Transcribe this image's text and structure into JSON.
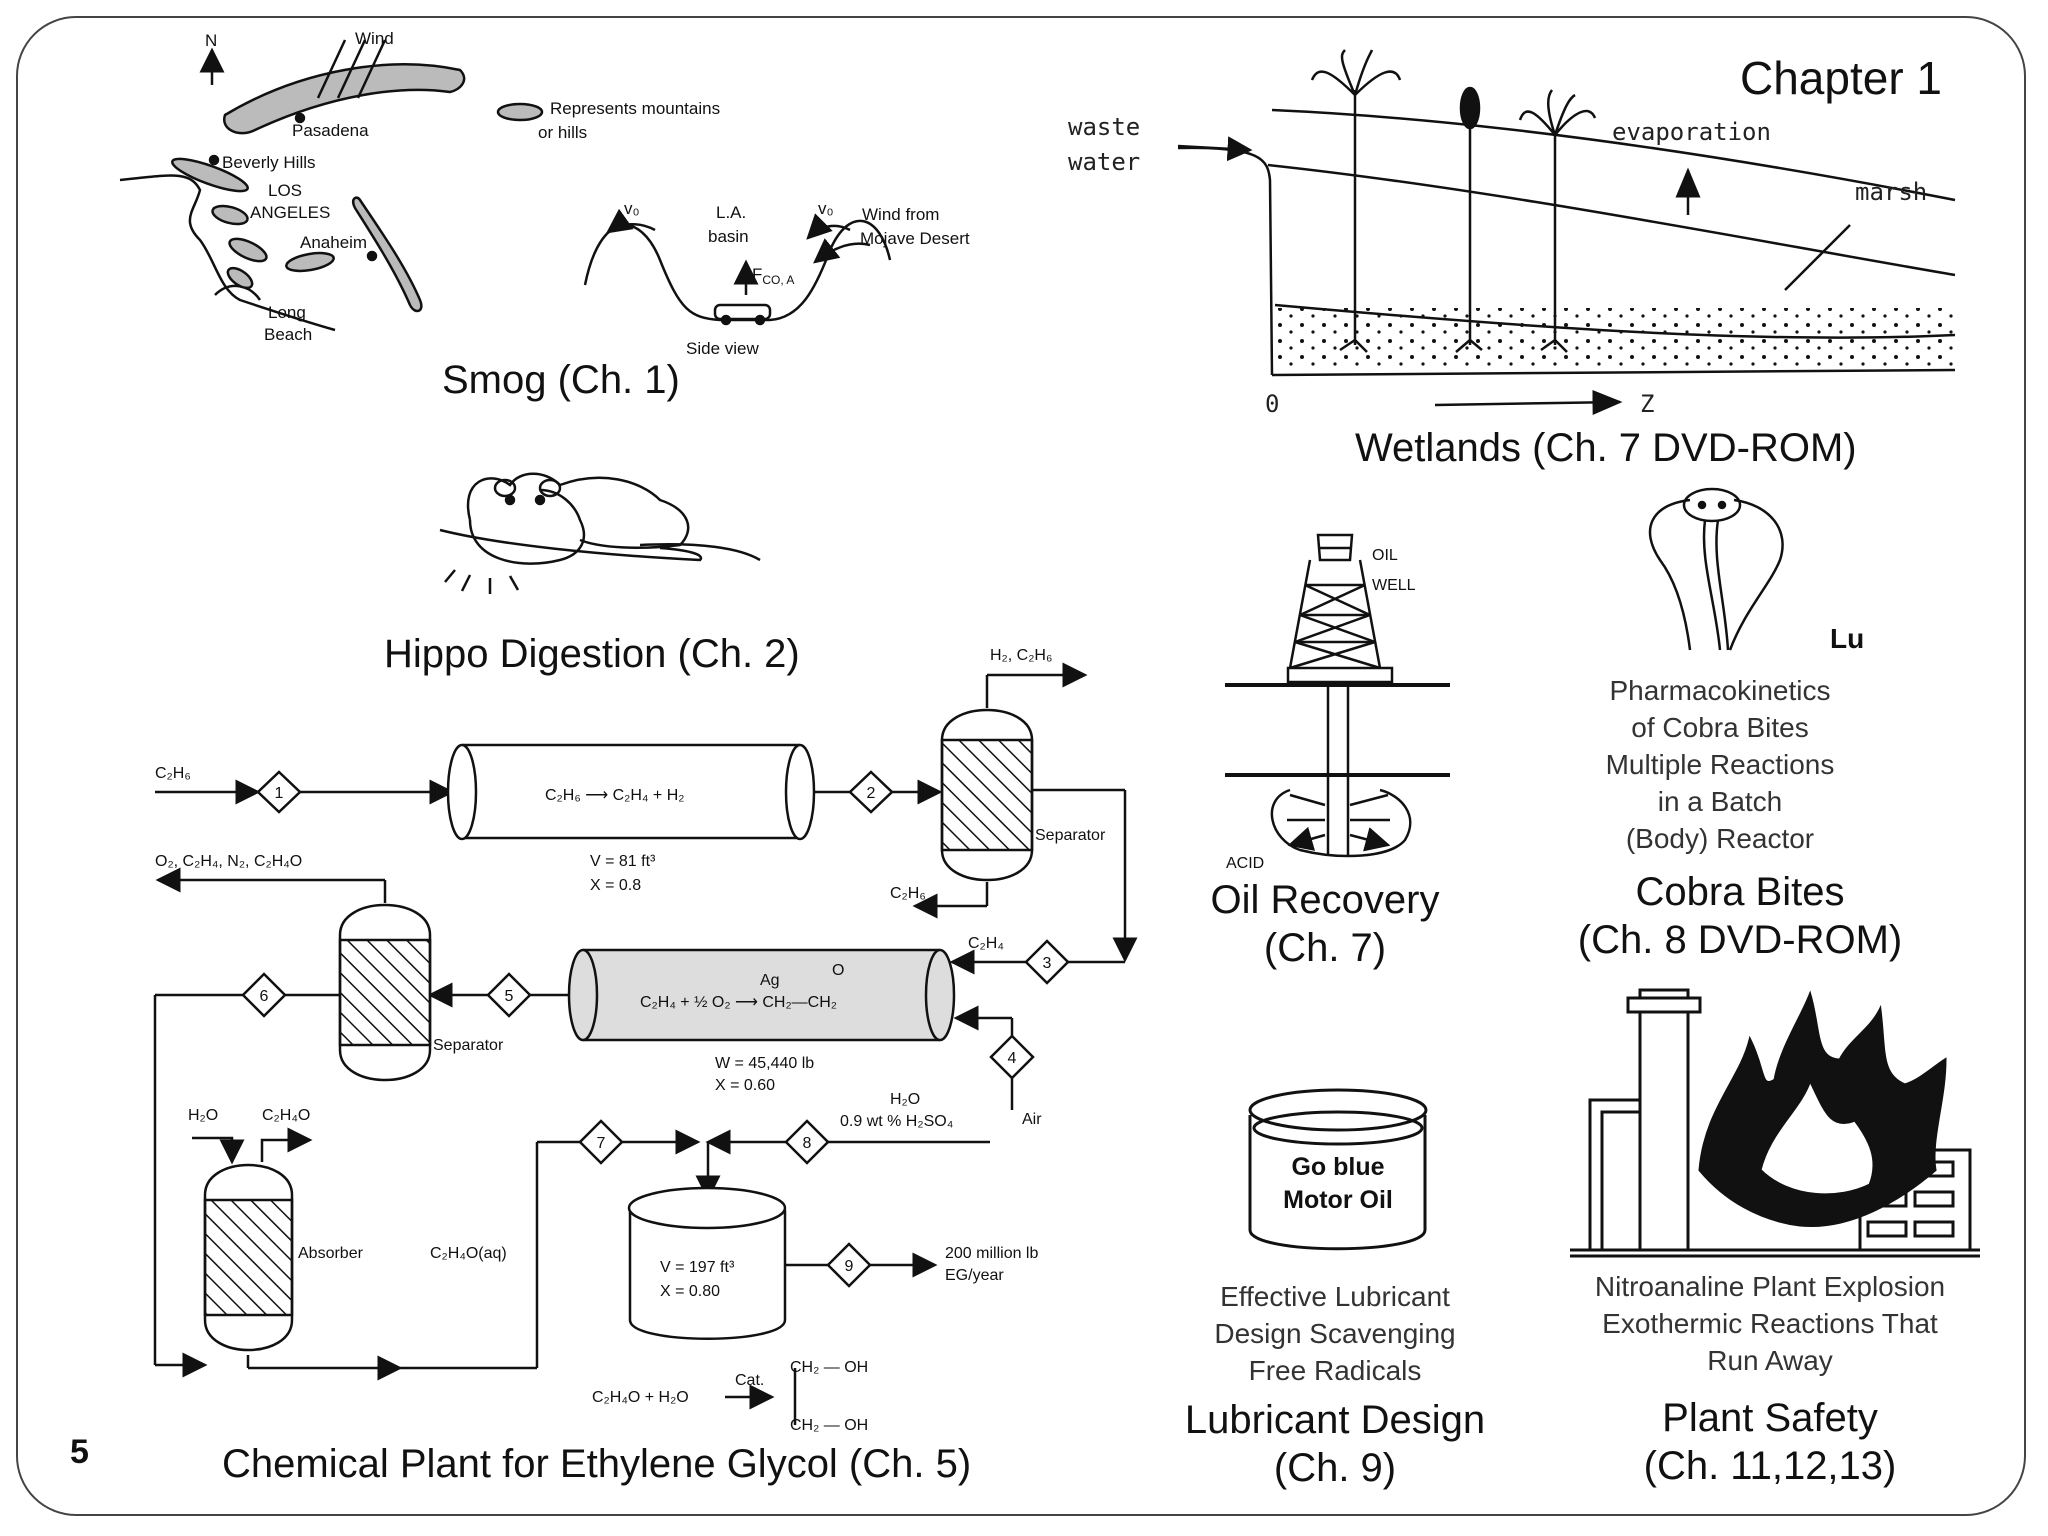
{
  "slide": {
    "title": "Chapter 1",
    "page_number": "5"
  },
  "smog": {
    "caption": "Smog (Ch. 1)",
    "north": "N",
    "wind": "Wind",
    "pasadena": "Pasadena",
    "beverly_hills": "Beverly Hills",
    "los": "LOS",
    "angeles": "ANGELES",
    "anaheim": "Anaheim",
    "long": "Long",
    "beach": "Beach",
    "legend_1": "Represents mountains",
    "legend_2": "or hills",
    "v0_left": "v₀",
    "v0_right": "v₀",
    "la": "L.A.",
    "basin": "basin",
    "wind_from": "Wind from",
    "mojave": "Mojave Desert",
    "fco": "F",
    "fco_sub": "CO, A",
    "side_view": "Side view"
  },
  "wetlands": {
    "caption": "Wetlands (Ch. 7 DVD-ROM)",
    "waste": "waste",
    "water": "water",
    "evaporation": "evaporation",
    "marsh": "marsh",
    "origin": "0",
    "z": "Z"
  },
  "hippo": {
    "caption": "Hippo Digestion (Ch. 2)"
  },
  "oil": {
    "caption_1": "Oil Recovery",
    "caption_2": "(Ch. 7)",
    "oil": "OIL",
    "well": "WELL",
    "acid": "ACID"
  },
  "cobra": {
    "caption_1": "Cobra Bites",
    "caption_2": "(Ch. 8 DVD-ROM)",
    "author": "Lu",
    "desc": [
      "Pharmacokinetics",
      "of Cobra Bites",
      "Multiple Reactions",
      "in a Batch",
      "(Body) Reactor"
    ]
  },
  "lubricant": {
    "caption_1": "Lubricant Design",
    "caption_2": "(Ch. 9)",
    "can_1": "Go blue",
    "can_2": "Motor Oil",
    "desc": [
      "Effective Lubricant",
      "Design Scavenging",
      "Free Radicals"
    ]
  },
  "safety": {
    "caption_1": "Plant Safety",
    "caption_2": "(Ch. 11,12,13)",
    "desc": [
      "Nitroanaline Plant Explosion",
      "Exothermic Reactions That",
      "Run Away"
    ]
  },
  "plant": {
    "caption": "Chemical Plant for Ethylene Glycol (Ch. 5)",
    "feed": "C₂H₆",
    "reactor1_eq": "C₂H₆ ⟶ C₂H₄ + H₂",
    "reactor1_v": "V = 81 ft³",
    "reactor1_x": "X = 0.8",
    "h2_out": "H₂, C₂H₆",
    "separator1": "Separator",
    "c2h6_recycle": "C₂H₆",
    "c2h4": "C₂H₄",
    "vent": "O₂, C₂H₄, N₂, C₂H₄O",
    "reactor2_eq": "C₂H₄ + ½ O₂ ⟶ CH₂—CH₂",
    "ag": "Ag",
    "o": "O",
    "reactor2_w": "W = 45,440 lb",
    "reactor2_x": "X = 0.60",
    "separator2": "Separator",
    "air": "Air",
    "water_in": "H₂O",
    "acid_in": "0.9 wt % H₂SO₄",
    "h2o_top": "H₂O",
    "c2h4o_top": "C₂H₄O",
    "absorber": "Absorber",
    "c2h4o_aq": "C₂H₄O(aq)",
    "cstr_v": "V = 197 ft³",
    "cstr_x": "X = 0.80",
    "product_1": "200 million lb",
    "product_2": "EG/year",
    "rxn_left": "C₂H₄O + H₂O",
    "cat": "Cat.",
    "ch2_top": "CH₂ — OH",
    "ch2_bot": "CH₂ — OH",
    "streams": [
      "1",
      "2",
      "3",
      "4",
      "5",
      "6",
      "7",
      "8",
      "9"
    ]
  }
}
